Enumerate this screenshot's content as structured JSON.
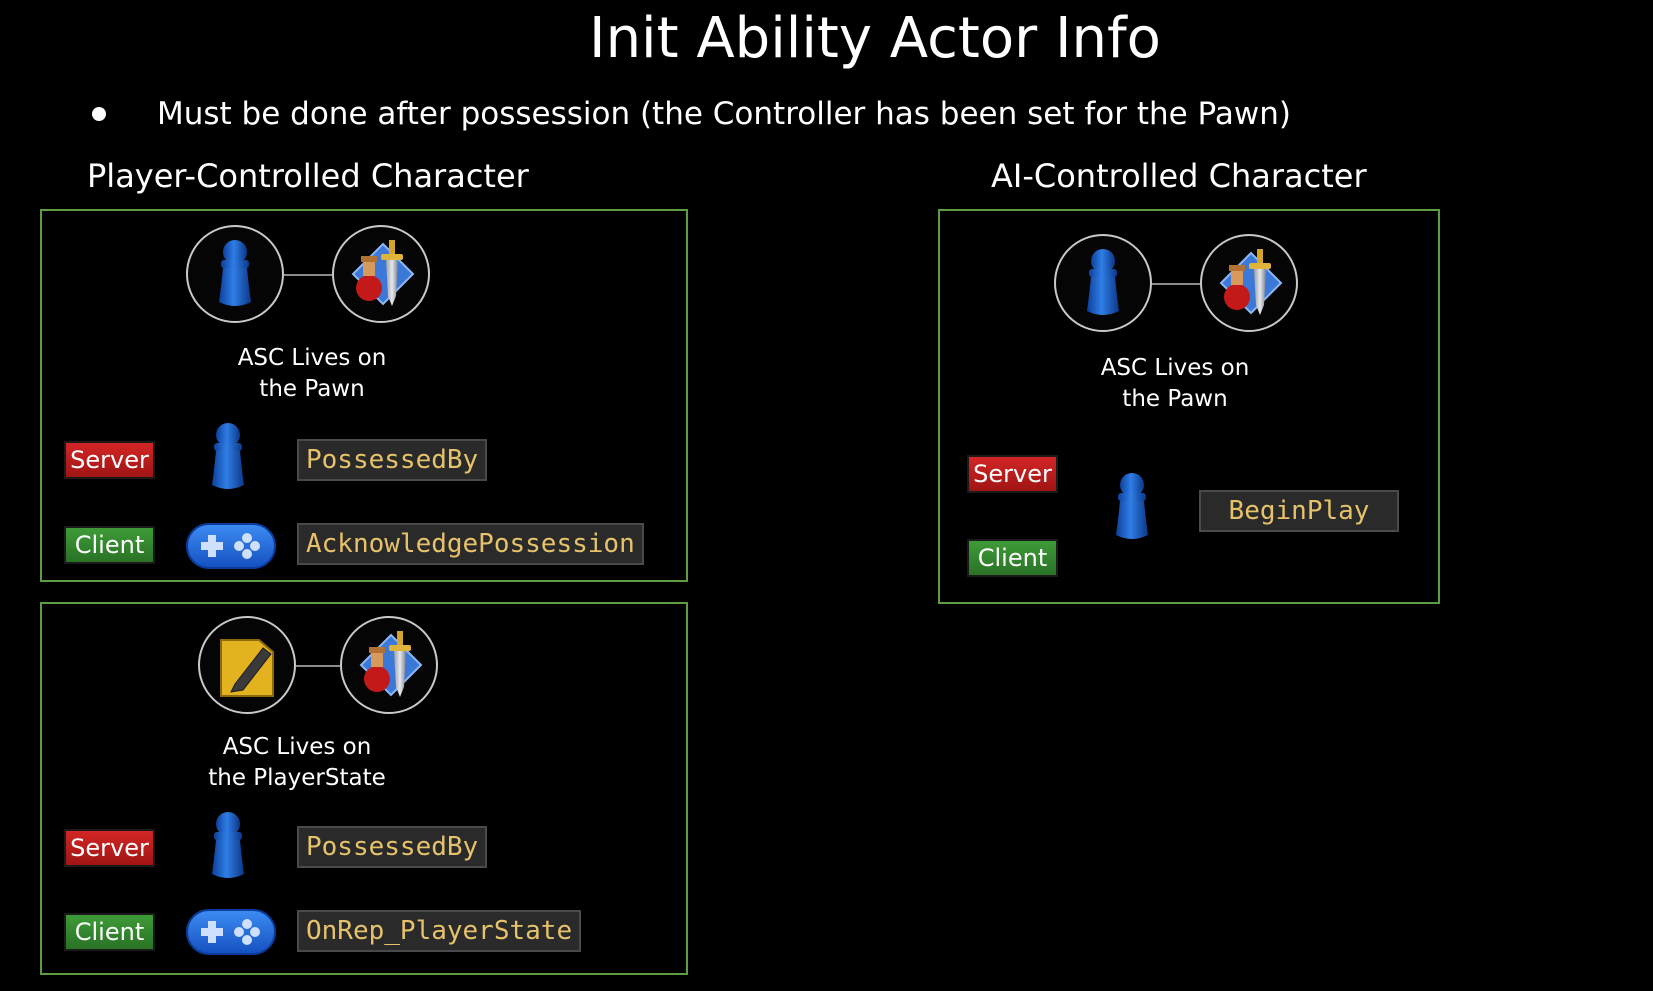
{
  "title": "Init Ability Actor Info",
  "bullet": "Must be done after possession (the Controller has been set for the Pawn)",
  "player_section": {
    "heading": "Player-Controlled Character",
    "box1": {
      "asc_line1": "ASC Lives on",
      "asc_line2": "the Pawn",
      "server_tag": "Server",
      "client_tag": "Client",
      "server_func": "PossessedBy",
      "client_func": "AcknowledgePossession"
    },
    "box2": {
      "asc_line1": "ASC Lives on",
      "asc_line2": "the PlayerState",
      "server_tag": "Server",
      "client_tag": "Client",
      "server_func": "PossessedBy",
      "client_func": "OnRep_PlayerState"
    }
  },
  "ai_section": {
    "heading": "AI-Controlled Character",
    "asc_line1": "ASC Lives on",
    "asc_line2": "the Pawn",
    "server_tag": "Server",
    "client_tag": "Client",
    "func": "BeginPlay"
  },
  "icons": {
    "pawn": "pawn-icon",
    "asc": "ability-system-component-icon",
    "playerstate": "player-state-note-icon",
    "controller": "gamepad-icon"
  },
  "colors": {
    "background": "#000000",
    "box_border": "#5d9c43",
    "server": "#c01c1c",
    "client": "#35862f",
    "code_text": "#e6c26a"
  }
}
